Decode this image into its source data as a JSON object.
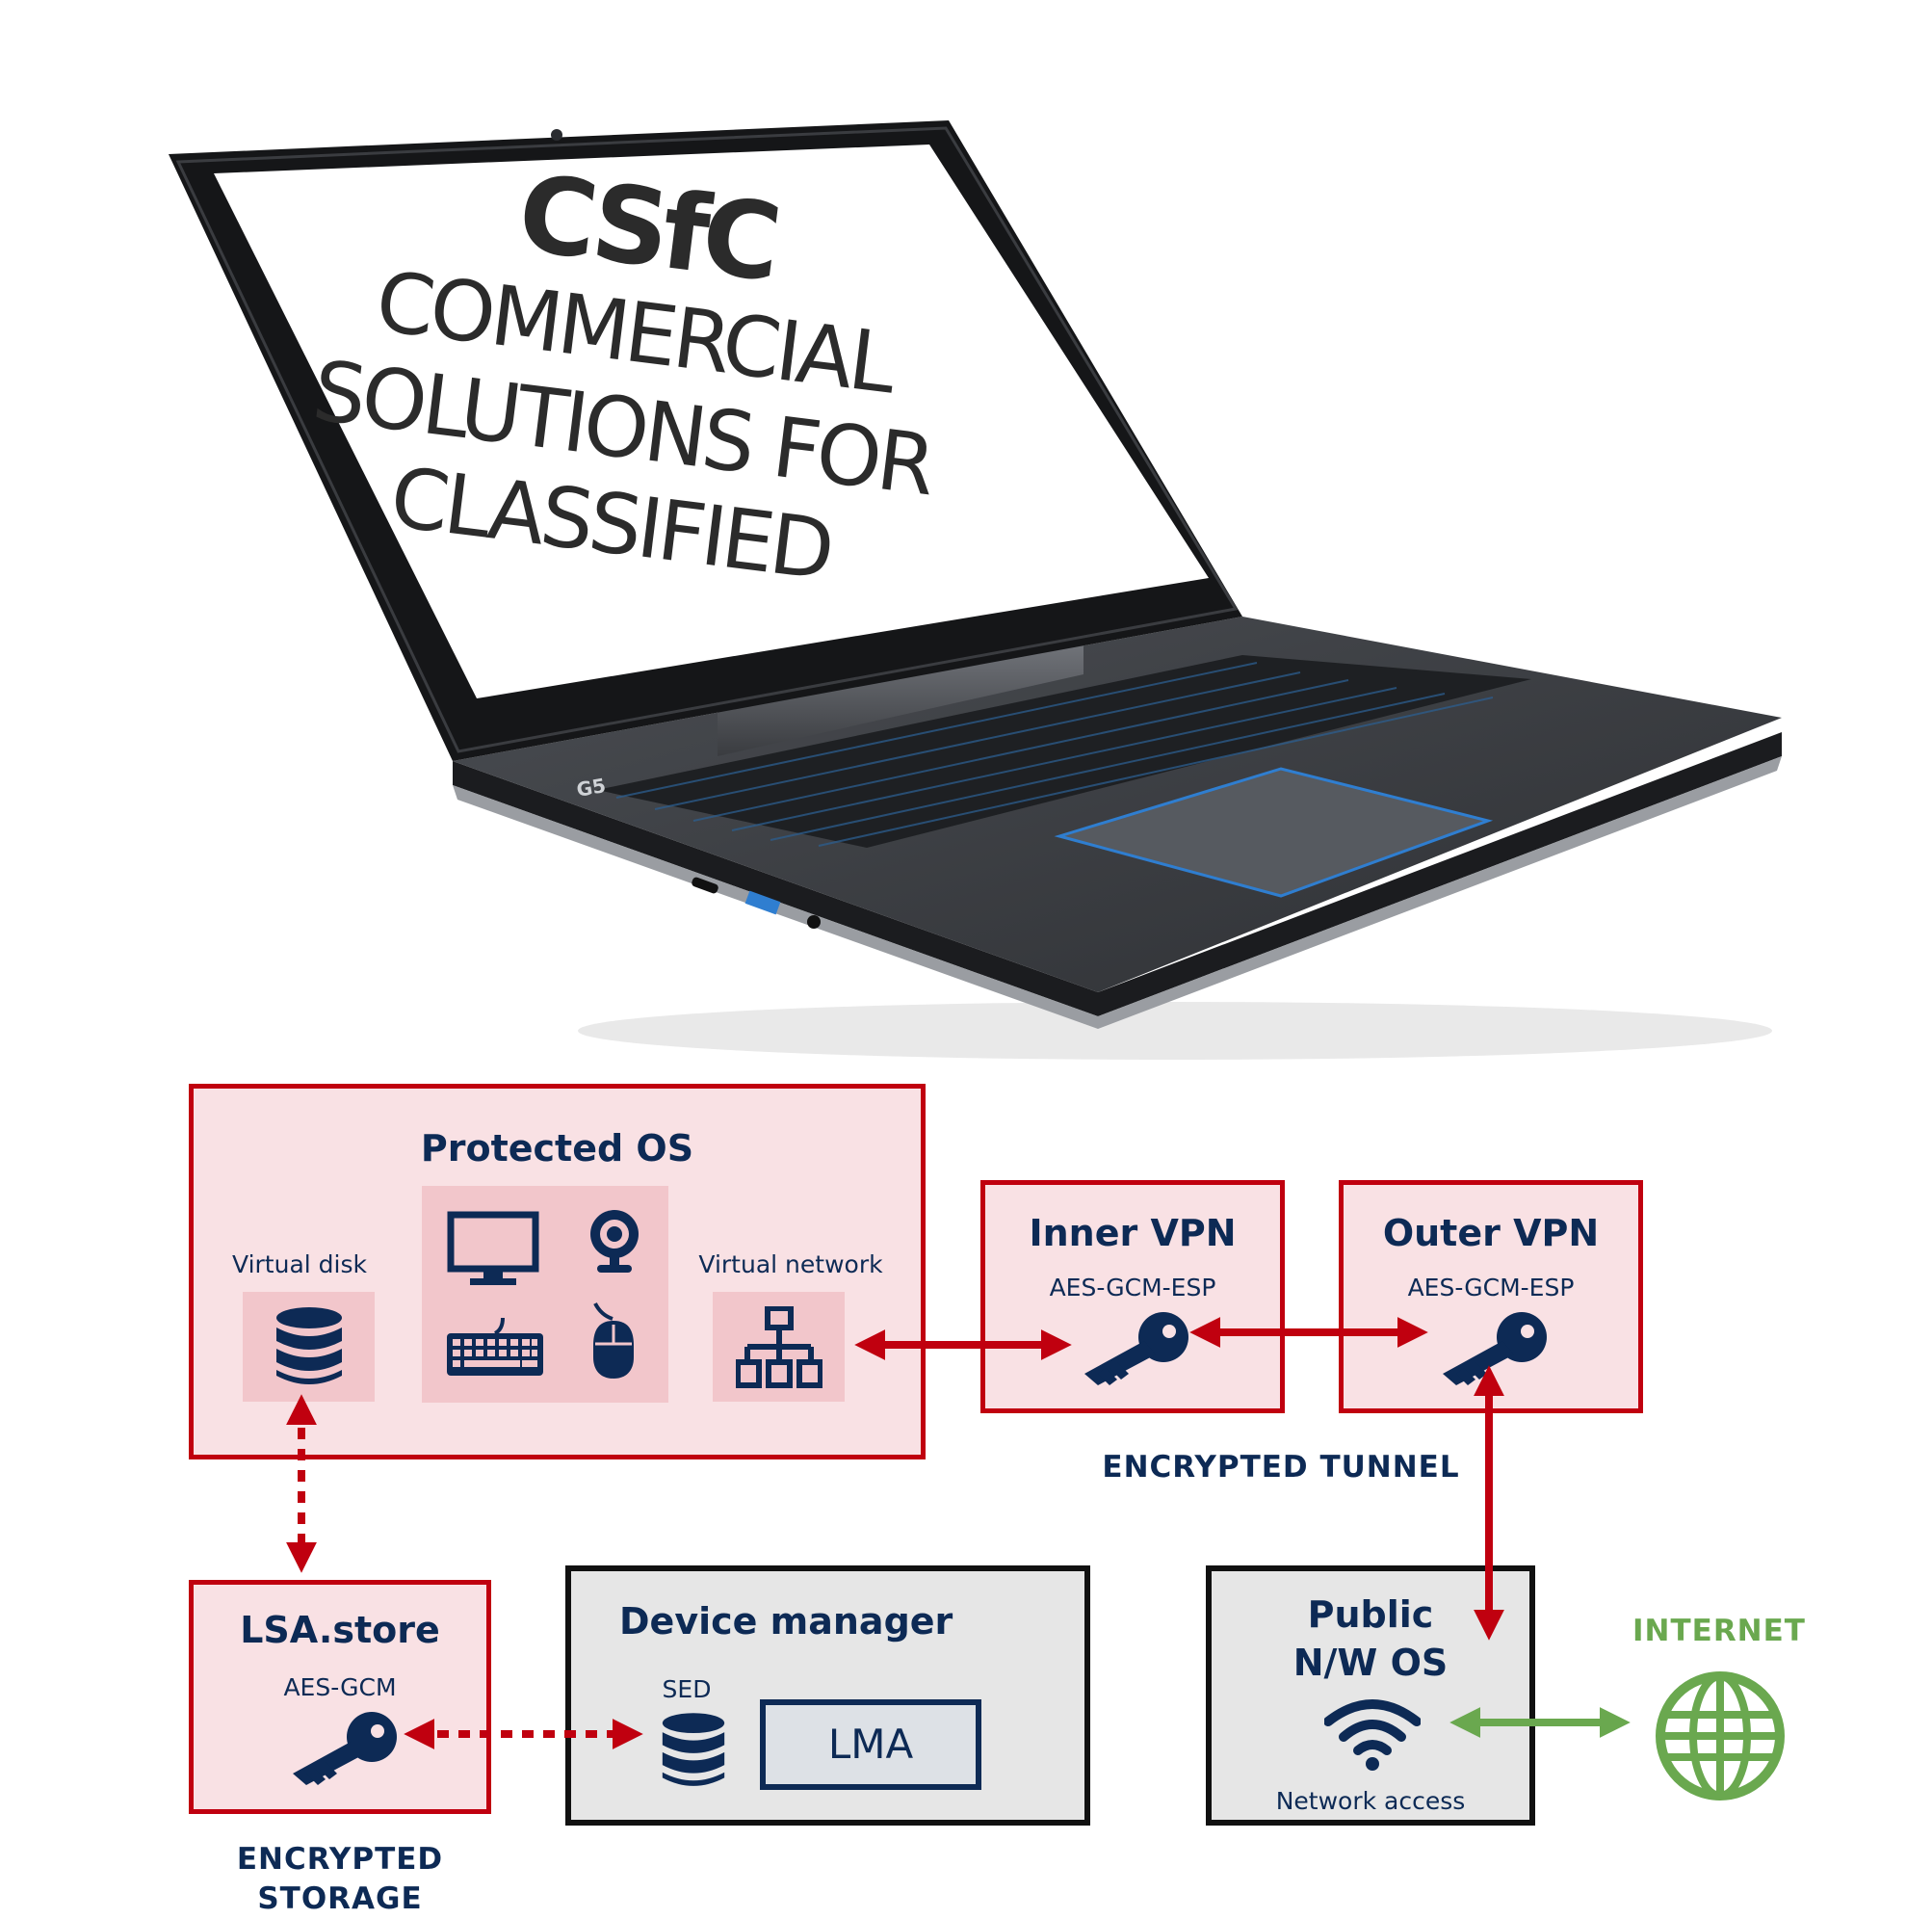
{
  "laptop": {
    "logo": "CSfC",
    "tagline_lines": [
      "COMMERCIAL",
      "SOLUTIONS FOR",
      "CLASSIFIED"
    ],
    "brand_badge": "G5"
  },
  "protected_os": {
    "title": "Protected OS",
    "virtual_disk_label": "Virtual disk",
    "virtual_network_label": "Virtual network"
  },
  "inner_vpn": {
    "title": "Inner VPN",
    "cipher": "AES-GCM-ESP"
  },
  "outer_vpn": {
    "title": "Outer VPN",
    "cipher": "AES-GCM-ESP"
  },
  "tunnel_caption": "ENCRYPTED TUNNEL",
  "lsa_store": {
    "title": "LSA.store",
    "cipher": "AES-GCM"
  },
  "storage_caption_lines": [
    "ENCRYPTED",
    "STORAGE"
  ],
  "device_manager": {
    "title": "Device manager",
    "sed_label": "SED",
    "lma_label": "LMA"
  },
  "public_os": {
    "title_lines": [
      "Public",
      "N/W OS"
    ],
    "network_label": "Network access"
  },
  "internet_label": "INTERNET",
  "colors": {
    "navy": "#0d2a55",
    "red": "#c0000f",
    "pink_fill": "#f9e1e4",
    "pink_tile": "#f2c6cb",
    "gray_fill": "#e6e6e6",
    "green": "#6aa84f"
  }
}
